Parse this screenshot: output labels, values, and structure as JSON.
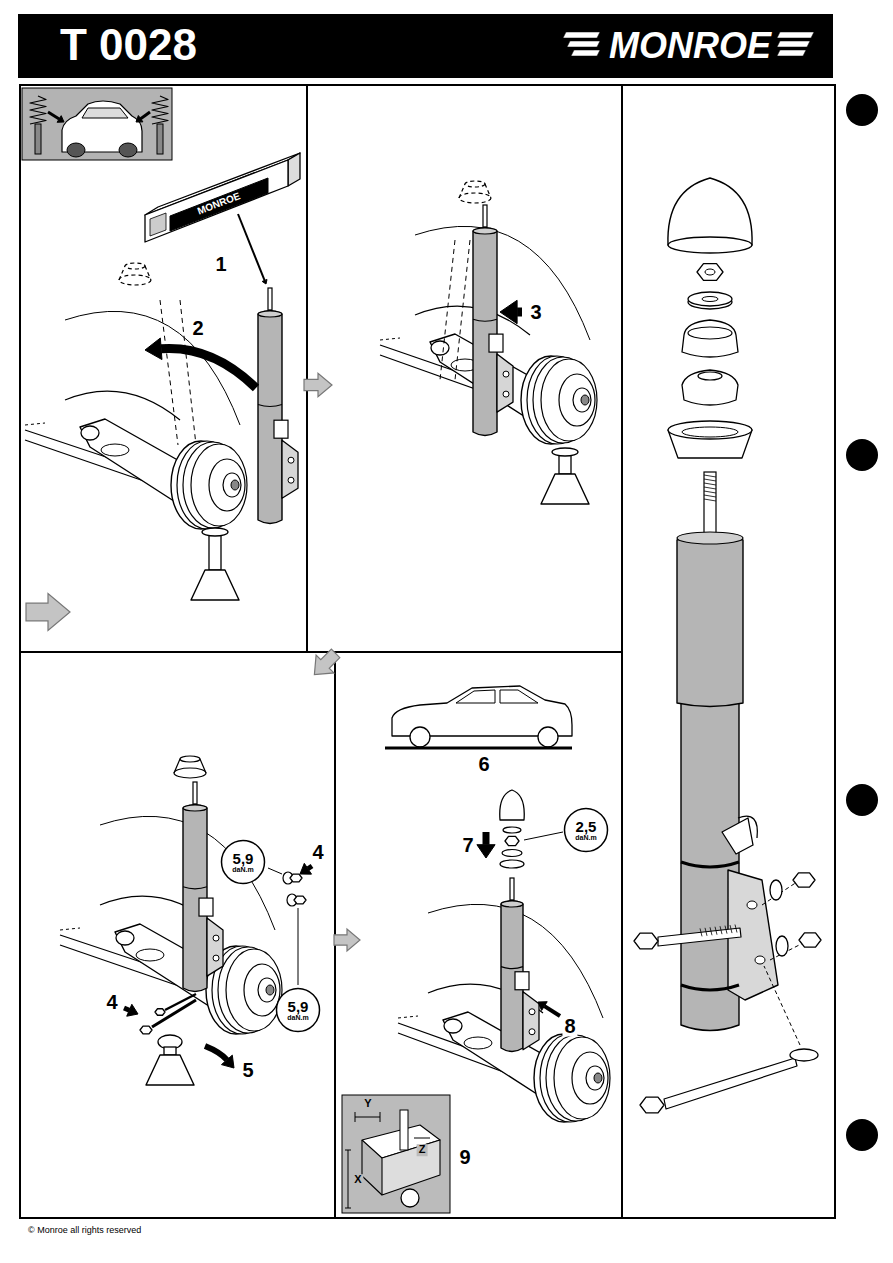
{
  "diagram": {
    "title": "T 0028",
    "caption": "© Monroe all rights reserved",
    "nodes": [
      {
        "text": [
          "5,9",
          "daN.m"
        ]
      },
      {
        "text": [
          "5,9",
          "daN.m"
        ]
      },
      {
        "text": [
          "2,5",
          "daN.m"
        ]
      }
    ],
    "labels": [
      "MONROE",
      "MONROE",
      "1",
      "2",
      "3",
      "4",
      "4",
      "5",
      "6",
      "7",
      "8",
      "9",
      "X",
      "Y",
      "Z"
    ]
  }
}
